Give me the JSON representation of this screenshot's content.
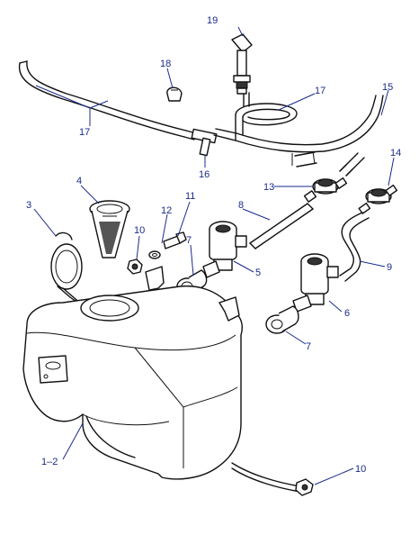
{
  "callouts": {
    "c19": "19",
    "c18": "18",
    "c17a": "17",
    "c17b": "17",
    "c15": "15",
    "c16": "16",
    "c14": "14",
    "c13": "13",
    "c4": "4",
    "c3": "3",
    "c11": "11",
    "c12": "12",
    "c8": "8",
    "c10a": "10",
    "c7a": "7",
    "c5": "5",
    "c9": "9",
    "c6": "6",
    "c7b": "7",
    "c1_2": "1–2",
    "c10b": "10"
  },
  "panel_label": "",
  "colors": {
    "callout": "#1a2a8a",
    "line": "#111111"
  }
}
